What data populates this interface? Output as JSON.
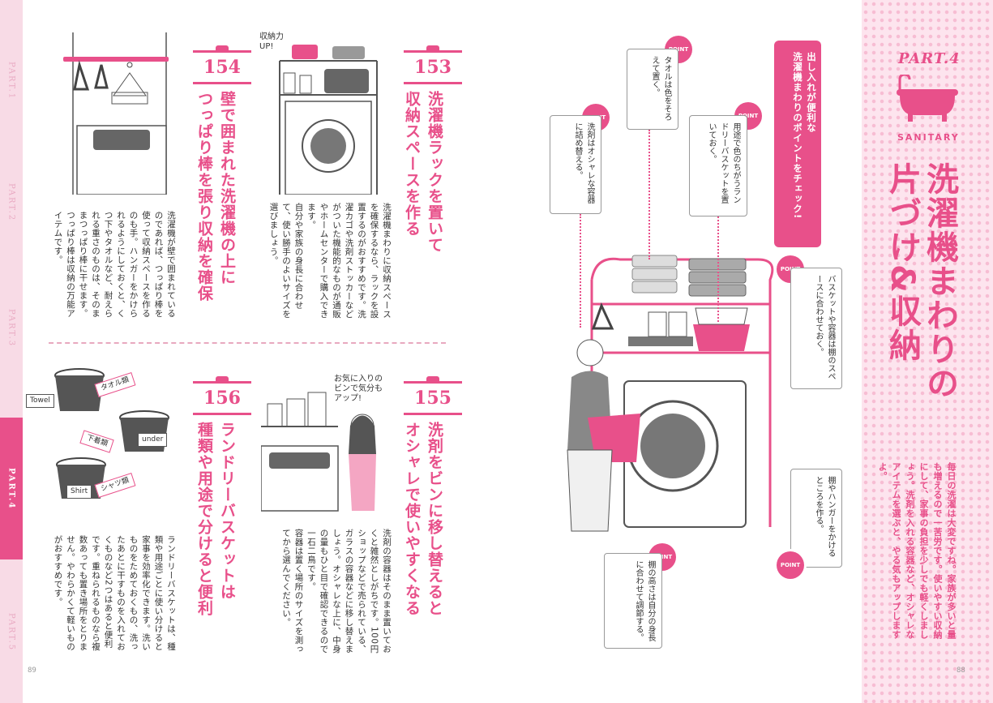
{
  "nav": {
    "parts": [
      "PART.1",
      "PART.2",
      "PART.3",
      "PART.4",
      "PART.5"
    ]
  },
  "pages": {
    "left": "89",
    "right": "88"
  },
  "tips": [
    {
      "number": "154",
      "heading": "壁で囲まれた洗濯機の上に\nつっぱり棒を張り収納を確保",
      "body": "洗濯機が壁で囲まれているのであれば、つっぱり棒を使って収納スペースを作るのも手。ハンガーをかけられるようにしておくと、くつ下やタオルなど、耐えられる重さのものは、そのままつっぱり棒に干せます。つっぱり棒は収納の万能アイテムです。"
    },
    {
      "number": "153",
      "heading": "洗濯機ラックを置いて\n収納スペースを作る",
      "body": "洗濯機まわりに収納スペースを確保するなら、ラックを設置するのがおすすめです。洗濯カゴや洗剤ストッカーなどがついた機能的なものが通販やホームセンターで購入できます。\n自分や家族の身長に合わせて、使い勝手のよいサイズを選びましょう。"
    },
    {
      "number": "156",
      "heading": "ランドリーバスケットは\n種類や用途で分けると便利",
      "body": "ランドリーバスケットは、種類や用途ごとに使い分けると家事を効率化できます。洗いものをためておくもの、洗ったあとに干すものを入れておくものなど2つはあると便利です。重ねられるものなら複数あっても置き場所をとりません。やわらかくて軽いものがおすすめです。"
    },
    {
      "number": "155",
      "heading": "洗剤をビンに移し替えると\nオシャレで使いやすくなる",
      "body": "洗剤の容器はそのまま置いておくと雑然としがちです。100円ショップなどで売られている、ガラスの容器などに移し替えましょう。オシャレな上に、中身の量もひと目で確認できるので一石二鳥です。\n容器は置く場所のサイズを測ってから選んでください。"
    }
  ],
  "illustrations": {
    "rack_caption": "収納力\nUP!",
    "bottle_caption": "お気に入りの\nビンで気分も\nアップ!",
    "basket_labels": [
      "タオル類",
      "下着類",
      "シャツ類"
    ],
    "basket_tags": [
      "Towel",
      "under",
      "Shirt"
    ]
  },
  "right": {
    "ribbon": "出し入れが便利な\n洗濯機まわりのポイントをチェック!",
    "point_label": "POINT",
    "points": [
      "タオルは色をそろえて置く。",
      "洗剤はオシャレな容器に詰め替える。",
      "用途で色のちがうランドリーバスケットを置いておく。",
      "バスケットや容器は棚のスペースに合わせておく。",
      "棚やハンガーをかけるところを作る。",
      "棚の高さは自分の身長に合わせて調節する。"
    ],
    "part_title": "PART.4",
    "category": "SANITARY",
    "title": "洗濯機まわりの\n片づけ&収納",
    "intro": "毎日の洗濯は大変ですね。家族が多いと量も増えるので一苦労です。使いやすい収納にして、家事の負担を少しでも軽くしましょう。洗剤を入れる容器など、オシャレなアイテムを選ぶと、やる気もアップしますよ。"
  },
  "colors": {
    "accent": "#e8508a",
    "band": "#fde4ee"
  }
}
